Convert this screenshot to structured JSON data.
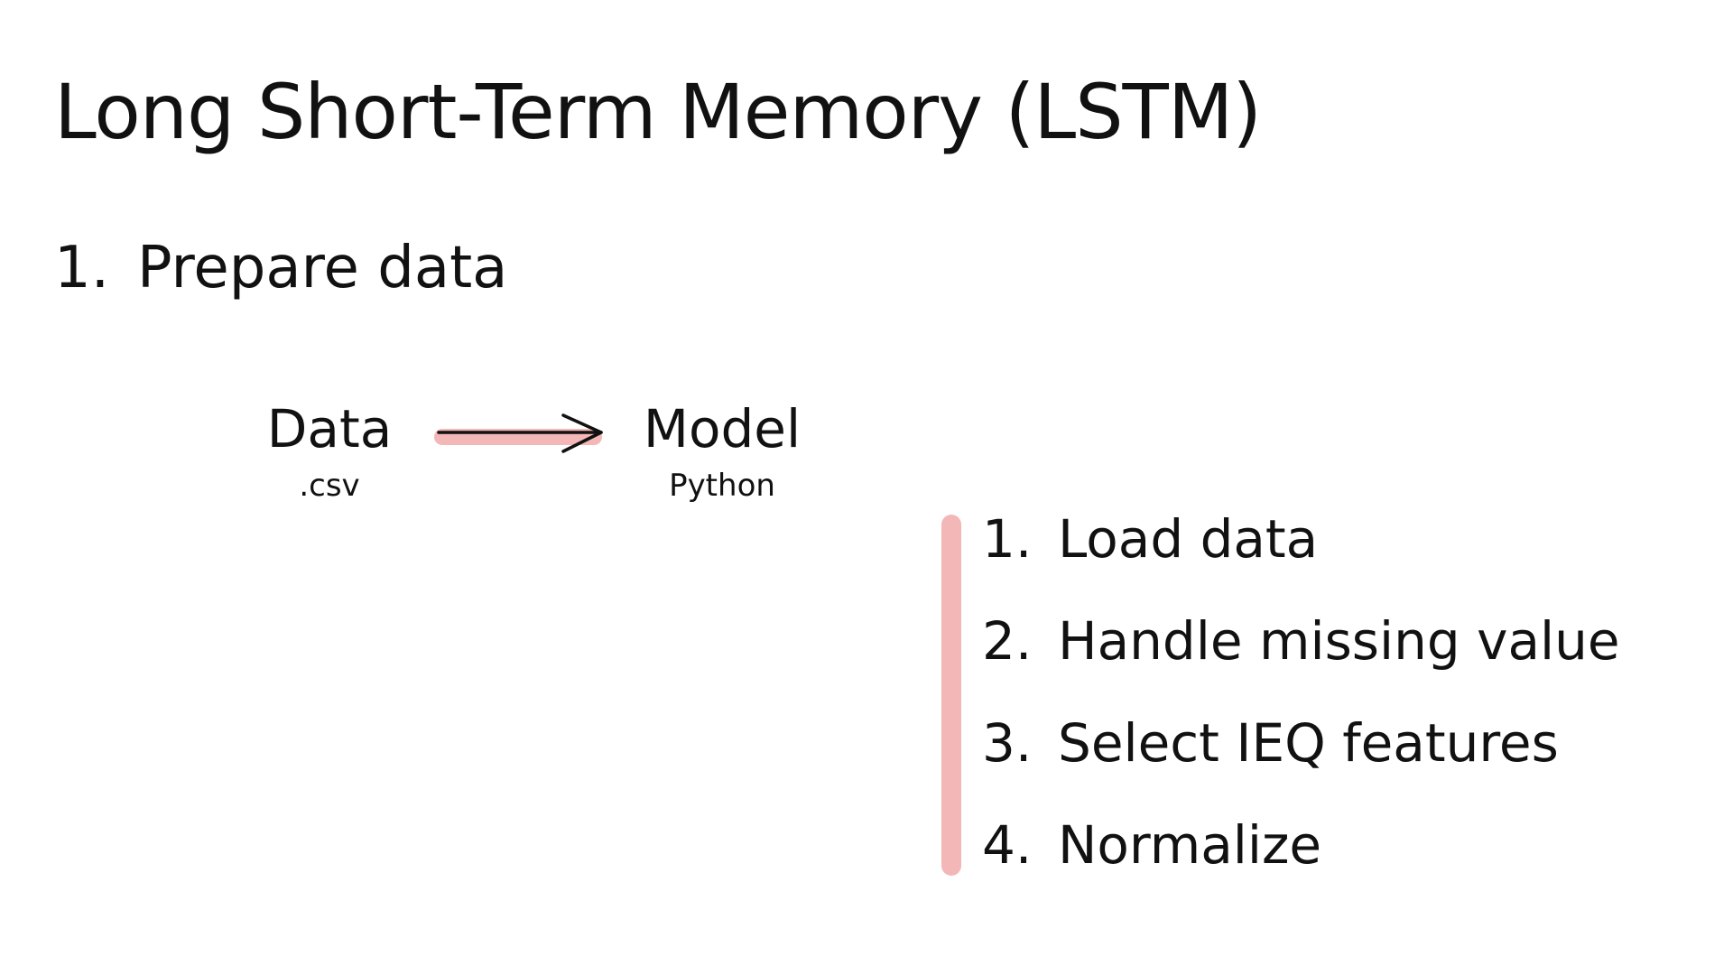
{
  "slide": {
    "title": "Long Short-Term Memory (LSTM)",
    "step": {
      "number": "1.",
      "label": "Prepare data"
    },
    "flow": {
      "source": {
        "label": "Data",
        "sublabel": ".csv"
      },
      "target": {
        "label": "Model",
        "sublabel": "Python"
      },
      "arrow_icon": "right-arrow-icon"
    },
    "substeps": [
      {
        "number": "1.",
        "label": "Load data"
      },
      {
        "number": "2.",
        "label": "Handle missing value"
      },
      {
        "number": "3.",
        "label": "Select IEQ features"
      },
      {
        "number": "4.",
        "label": "Normalize"
      }
    ]
  },
  "colors": {
    "accent": "#f4b7b7",
    "text": "#111111",
    "background": "#ffffff"
  }
}
